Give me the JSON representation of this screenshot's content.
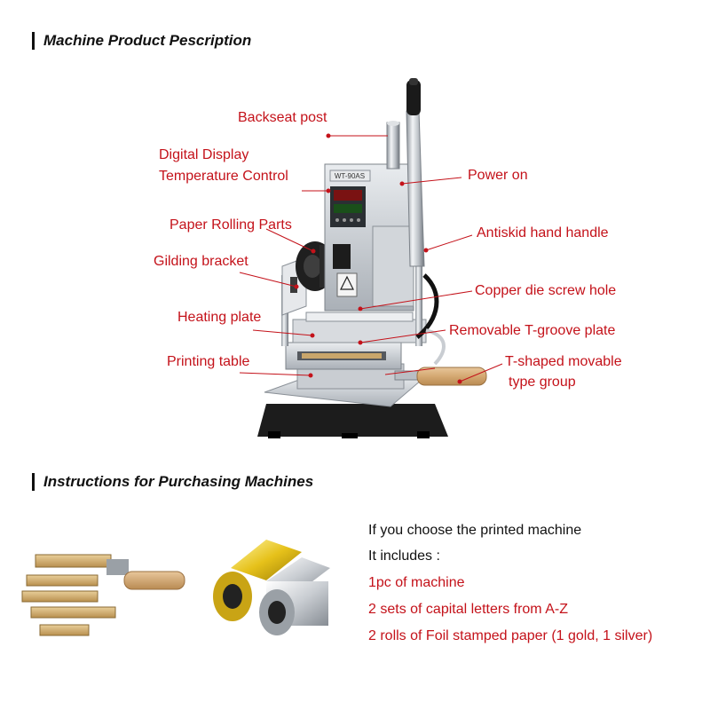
{
  "section1": {
    "title": "Machine Product Pescription"
  },
  "section2": {
    "title": "Instructions for Purchasing Machines"
  },
  "machine": {
    "model_label": "WT-90AS",
    "labels": {
      "backseat_post": "Backseat post",
      "digital_display_1": "Digital Display",
      "digital_display_2": "Temperature Control",
      "power_on": "Power on",
      "paper_rolling": "Paper Rolling Parts",
      "antiskid_handle": "Antiskid hand handle",
      "gilding_bracket": "Gilding bracket",
      "copper_die": "Copper die screw hole",
      "heating_plate": "Heating plate",
      "t_groove": "Removable T-groove plate",
      "printing_table": "Printing table",
      "t_shaped_1": "T-shaped movable",
      "t_shaped_2": "type group"
    }
  },
  "purchase": {
    "line1": "If you choose the printed machine",
    "line2": "It includes :",
    "items": [
      "1pc of machine",
      "2 sets of capital letters from A-Z",
      "2 rolls of Foil stamped paper (1 gold, 1 silver)"
    ]
  },
  "colors": {
    "accent": "#c4121a",
    "text": "#111111"
  }
}
